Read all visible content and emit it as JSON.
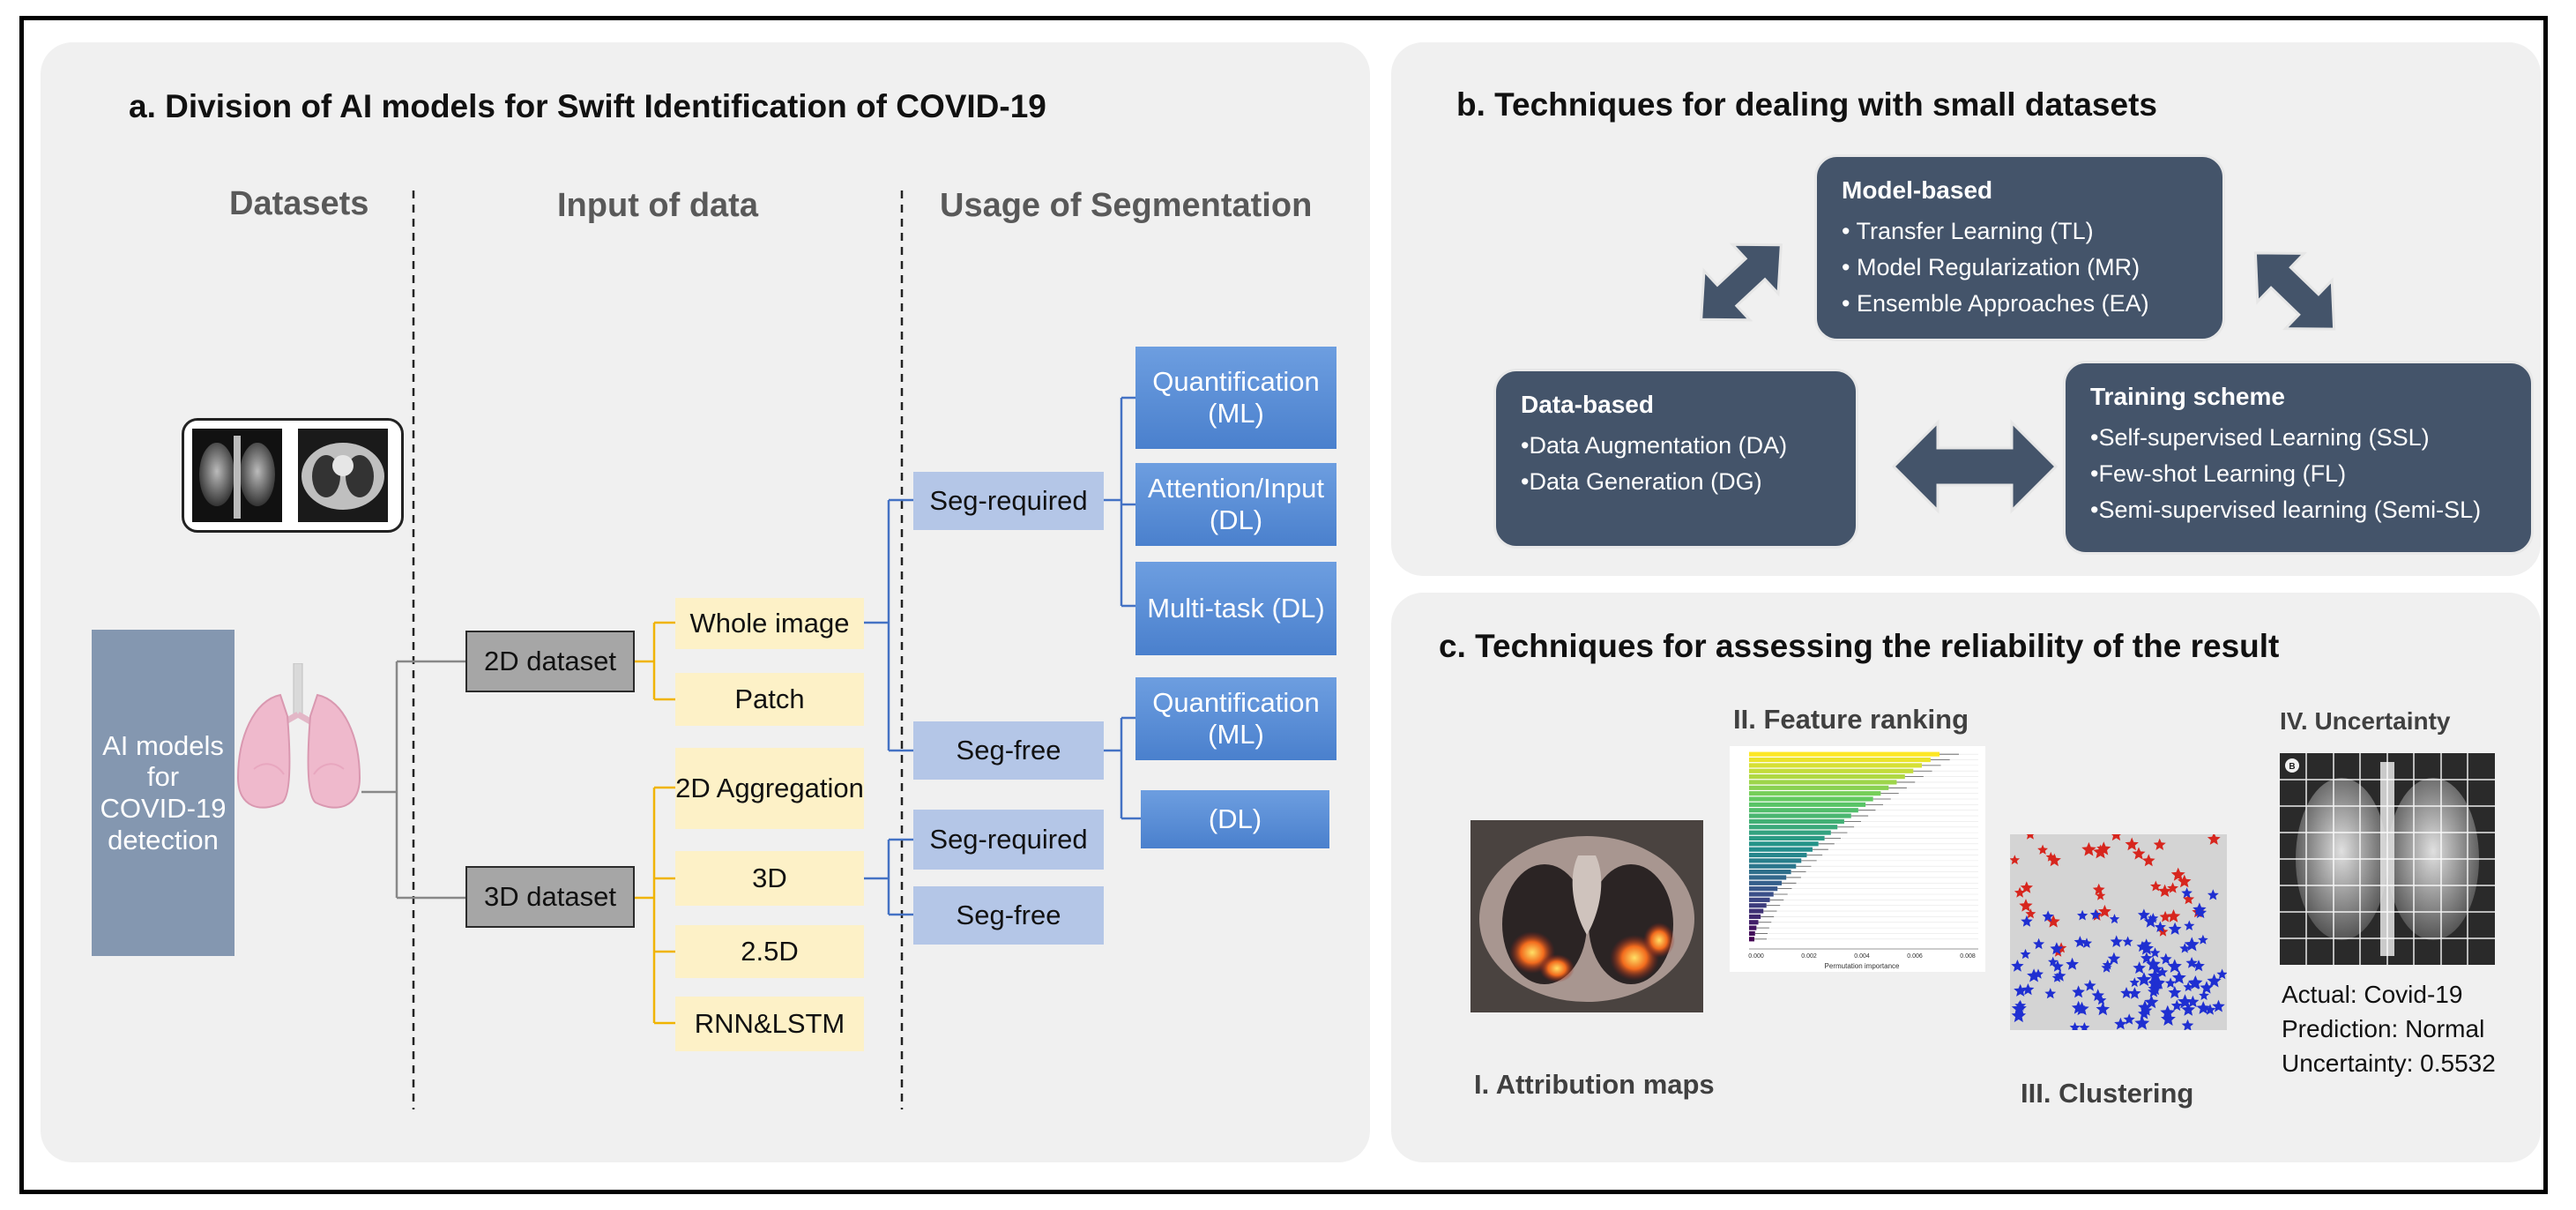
{
  "panel_a": {
    "title": "a. Division of AI models for Swift Identification of COVID-19",
    "col_datasets": "Datasets",
    "col_input": "Input of data",
    "col_seg": "Usage of Segmentation",
    "root": "AI models for COVID-19 detection",
    "ds_2d": "2D dataset",
    "ds_3d": "3D dataset",
    "in_whole": "Whole image",
    "in_patch": "Patch",
    "in_2dagg": "2D Aggregation",
    "in_3d": "3D",
    "in_25d": "2.5D",
    "in_rnn": "RNN&LSTM",
    "seg_req_1": "Seg-required",
    "seg_free_1": "Seg-free",
    "seg_req_2": "Seg-required",
    "seg_free_2": "Seg-free",
    "out_quant_1": "Quantification (ML)",
    "out_attn": "Attention/Input (DL)",
    "out_multi": "Multi-task (DL)",
    "out_quant_2": "Quantification (ML)",
    "out_dl": "(DL)"
  },
  "panel_b": {
    "title": "b. Techniques for dealing with small datasets",
    "model_title": "Model-based",
    "model_items": [
      "• Transfer Learning (TL)",
      "• Model Regularization (MR)",
      "• Ensemble Approaches (EA)"
    ],
    "data_title": "Data-based",
    "data_items": [
      "•Data Augmentation (DA)",
      "•Data Generation (DG)"
    ],
    "train_title": "Training scheme",
    "train_items": [
      "•Self-supervised Learning (SSL)",
      "•Few-shot Learning (FL)",
      "•Semi-supervised learning (Semi-SL)"
    ]
  },
  "panel_c": {
    "title": "c. Techniques for assessing the reliability of the result",
    "attribution": "I. Attribution maps",
    "feature": "II. Feature ranking",
    "clustering": "III. Clustering",
    "uncertainty": "IV. Uncertainty",
    "actual": "Actual: Covid-19",
    "prediction": "Prediction: Normal",
    "uncertainty_value": "Uncertainty: 0.5532",
    "feature_axis_label": "Permutation importance",
    "feature_ticks": [
      "0.000",
      "0.002",
      "0.004",
      "0.006",
      "0.008"
    ],
    "badge": "B"
  },
  "colors": {
    "panel_bg": "#f0f0f0",
    "root_box": "#8497b0",
    "grey_box": "#a6a6a6",
    "yellow_box": "#fdf1c7",
    "lavender_box": "#b4c6e7",
    "blue_box": "#5b8fd8",
    "dark_box": "#44546a",
    "connector_yellow": "#f0b400",
    "connector_blue": "#4472c4"
  }
}
